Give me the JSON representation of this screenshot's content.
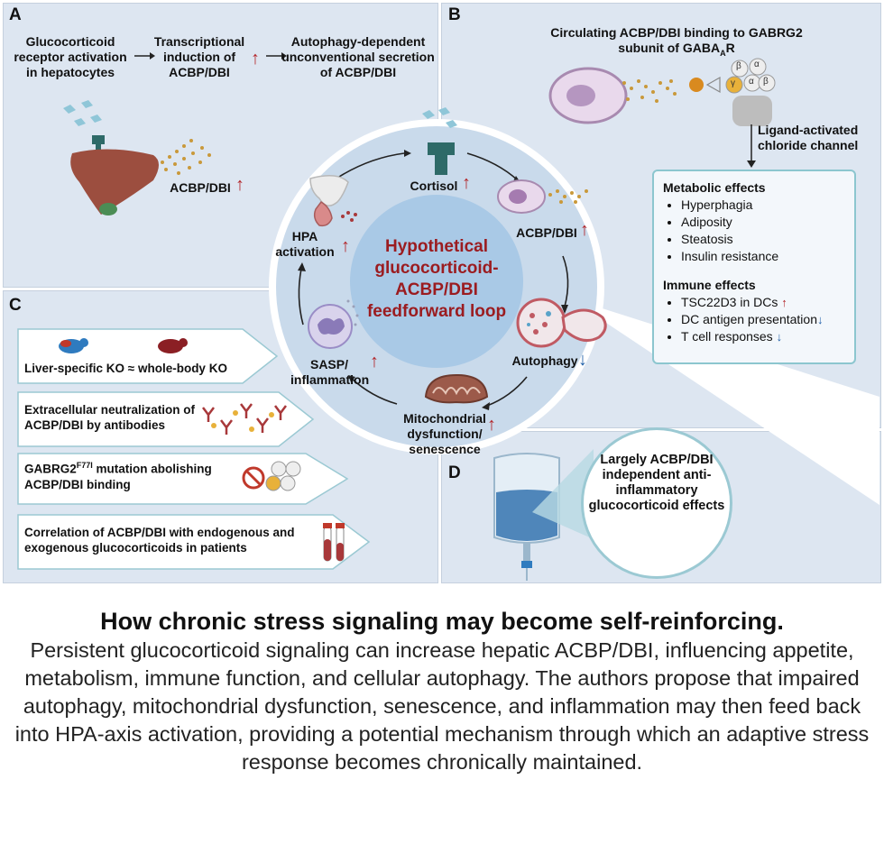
{
  "panel_labels": {
    "a": "A",
    "b": "B",
    "c": "C",
    "d": "D"
  },
  "panel_a": {
    "step1": "Glucocorticoid receptor activation in hepatocytes",
    "step2": "Transcriptional induction of ACBP/DBI",
    "step3": "Autophagy-dependent unconventional secretion of ACBP/DBI",
    "liver_label": "ACBP/DBI"
  },
  "panel_b": {
    "title_line1": "Circulating ACBP/DBI binding to GABRG2",
    "title_line2": "subunit of GABA",
    "title_sub": "A",
    "title_end": "R",
    "channel_label": "Ligand-activated chloride channel",
    "metabolic_heading": "Metabolic effects",
    "metabolic_items": [
      "Hyperphagia",
      "Adiposity",
      "Steatosis",
      "Insulin resistance"
    ],
    "immune_heading": "Immune effects",
    "immune_items": [
      "TSC22D3 in DCs",
      "DC antigen presentation",
      "T cell responses"
    ],
    "receptor_subunits": [
      "β",
      "α",
      "γ",
      "α",
      "β"
    ]
  },
  "loop": {
    "center": "Hypothetical glucocorticoid-ACBP/DBI feedforward loop",
    "cortisol": "Cortisol",
    "acbp": "ACBP/DBI",
    "autophagy": "Autophagy",
    "mito": "Mitochondrial dysfunction/ senescence",
    "sasp": "SASP/ inflammation",
    "hpa": "HPA activation"
  },
  "panel_c": {
    "items": [
      "Liver-specific KO ≈ whole-body KO",
      "Extracellular neutralization of ACBP/DBI by antibodies",
      "GABRG2",
      "Correlation of ACBP/DBI with endogenous and exogenous glucocorticoids in patients"
    ],
    "mutation_sup": "F77I",
    "mutation_rest": " mutation abolishing ACBP/DBI binding"
  },
  "panel_d": {
    "text": "Largely ACBP/DBI independent anti-inflammatory glucocorticoid effects"
  },
  "caption": {
    "title": "How chronic stress signaling may become self-reinforcing.",
    "body": "Persistent glucocorticoid signaling can increase hepatic ACBP/DBI, influencing appetite, metabolism, immune function, and cellular autophagy. The authors propose that impaired autophagy, mitochondrial dysfunction, senescence, and inflammation may then feed back into HPA-axis activation, providing a potential mechanism through which an adaptive stress response becomes chronically maintained."
  },
  "colors": {
    "panel_bg": "#dde6f1",
    "up_arrow": "#b3262a",
    "down_arrow": "#1f5fa8",
    "loop_title": "#9b1c20",
    "accent_teal": "#8cc6cf"
  }
}
